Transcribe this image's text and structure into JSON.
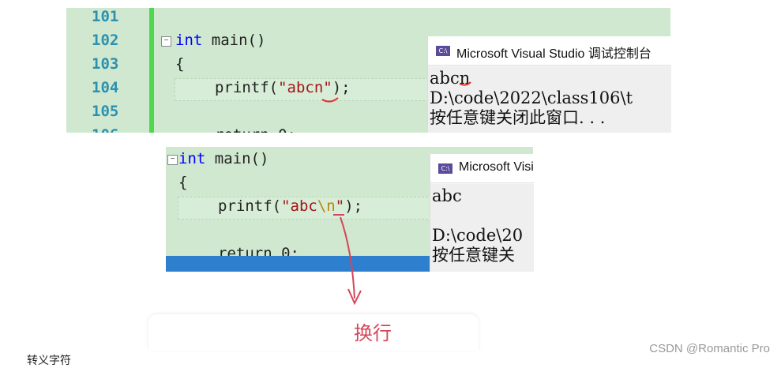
{
  "top_editor": {
    "line_numbers": [
      "101",
      "102",
      "103",
      "104",
      "105",
      "106"
    ],
    "collapse_symbol": "−",
    "kw_int": "int",
    "fn_main": " main()",
    "brace_open": "{",
    "printf_prefix": "printf(",
    "printf_string": "\"abcn\"",
    "printf_suffix": ");",
    "return_partial": "return 0;"
  },
  "top_console": {
    "icon": "C:\\",
    "title": "Microsoft Visual Studio 调试控制台",
    "lines": [
      "abcn",
      "D:\\code\\2022\\class106\\t",
      "按任意键关闭此窗口. . ."
    ]
  },
  "bottom_editor": {
    "collapse_symbol": "−",
    "kw_int": "int",
    "fn_main": " main()",
    "brace_open": "{",
    "printf_prefix": "printf(",
    "printf_string_a": "\"abc",
    "printf_escape": "\\n",
    "printf_string_b": "\"",
    "printf_suffix": ");",
    "return_partial": "return 0;"
  },
  "bottom_console": {
    "icon": "C:\\",
    "title": "Microsoft Visi",
    "lines": [
      "abc",
      "",
      "D:\\code\\20",
      "按任意键关"
    ]
  },
  "annotation": {
    "label": "换行",
    "color": "#d6455a"
  },
  "footer": {
    "left_text": "转义字符",
    "watermark": "CSDN @Romantic Pro"
  }
}
